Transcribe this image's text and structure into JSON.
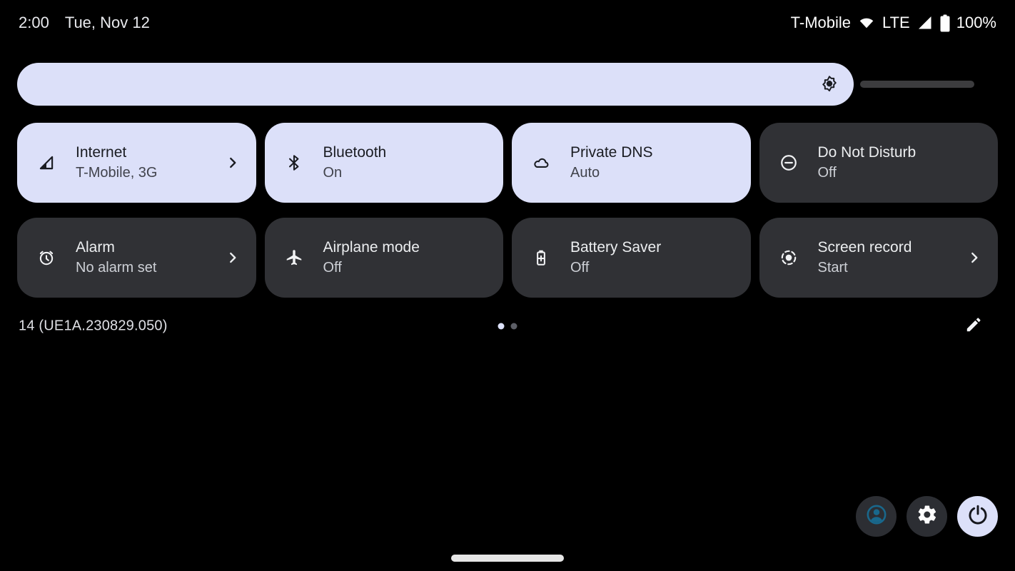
{
  "status_bar": {
    "time": "2:00",
    "date": "Tue, Nov 12",
    "carrier": "T-Mobile",
    "network_type": "LTE",
    "battery_percent": "100%",
    "icons": [
      "wifi-icon",
      "cellular-signal-icon",
      "battery-icon"
    ]
  },
  "quick_settings": {
    "brightness": {
      "percent": 87,
      "icon": "brightness-icon"
    },
    "tiles": [
      {
        "title": "Internet",
        "subtitle": "T-Mobile, 3G",
        "state": "active",
        "icon": "cellular-signal-icon",
        "chevron": true
      },
      {
        "title": "Bluetooth",
        "subtitle": "On",
        "state": "active",
        "icon": "bluetooth-icon",
        "chevron": false
      },
      {
        "title": "Private DNS",
        "subtitle": "Auto",
        "state": "active",
        "icon": "cloud-icon",
        "chevron": false
      },
      {
        "title": "Do Not Disturb",
        "subtitle": "Off",
        "state": "inactive",
        "icon": "do-not-disturb-icon",
        "chevron": false
      },
      {
        "title": "Alarm",
        "subtitle": "No alarm set",
        "state": "inactive",
        "icon": "alarm-clock-icon",
        "chevron": true
      },
      {
        "title": "Airplane mode",
        "subtitle": "Off",
        "state": "inactive",
        "icon": "airplane-icon",
        "chevron": false
      },
      {
        "title": "Battery Saver",
        "subtitle": "Off",
        "state": "inactive",
        "icon": "battery-saver-icon",
        "chevron": false
      },
      {
        "title": "Screen record",
        "subtitle": "Start",
        "state": "inactive",
        "icon": "screen-record-icon",
        "chevron": true
      }
    ]
  },
  "footer": {
    "build_number": "14 (UE1A.230829.050)",
    "page_indicator": {
      "total": 2,
      "active_index": 0
    },
    "edit_icon": "pencil-icon"
  },
  "bottom_buttons": [
    {
      "name": "user",
      "icon": "user-avatar-icon"
    },
    {
      "name": "settings",
      "icon": "gear-icon"
    },
    {
      "name": "power",
      "icon": "power-icon"
    }
  ],
  "colors": {
    "background": "#000000",
    "accent_lavender": "#dce0f9",
    "tile_inactive": "#303135",
    "track_gray": "#3c3c3e",
    "avatar_teal": "#19688c"
  }
}
